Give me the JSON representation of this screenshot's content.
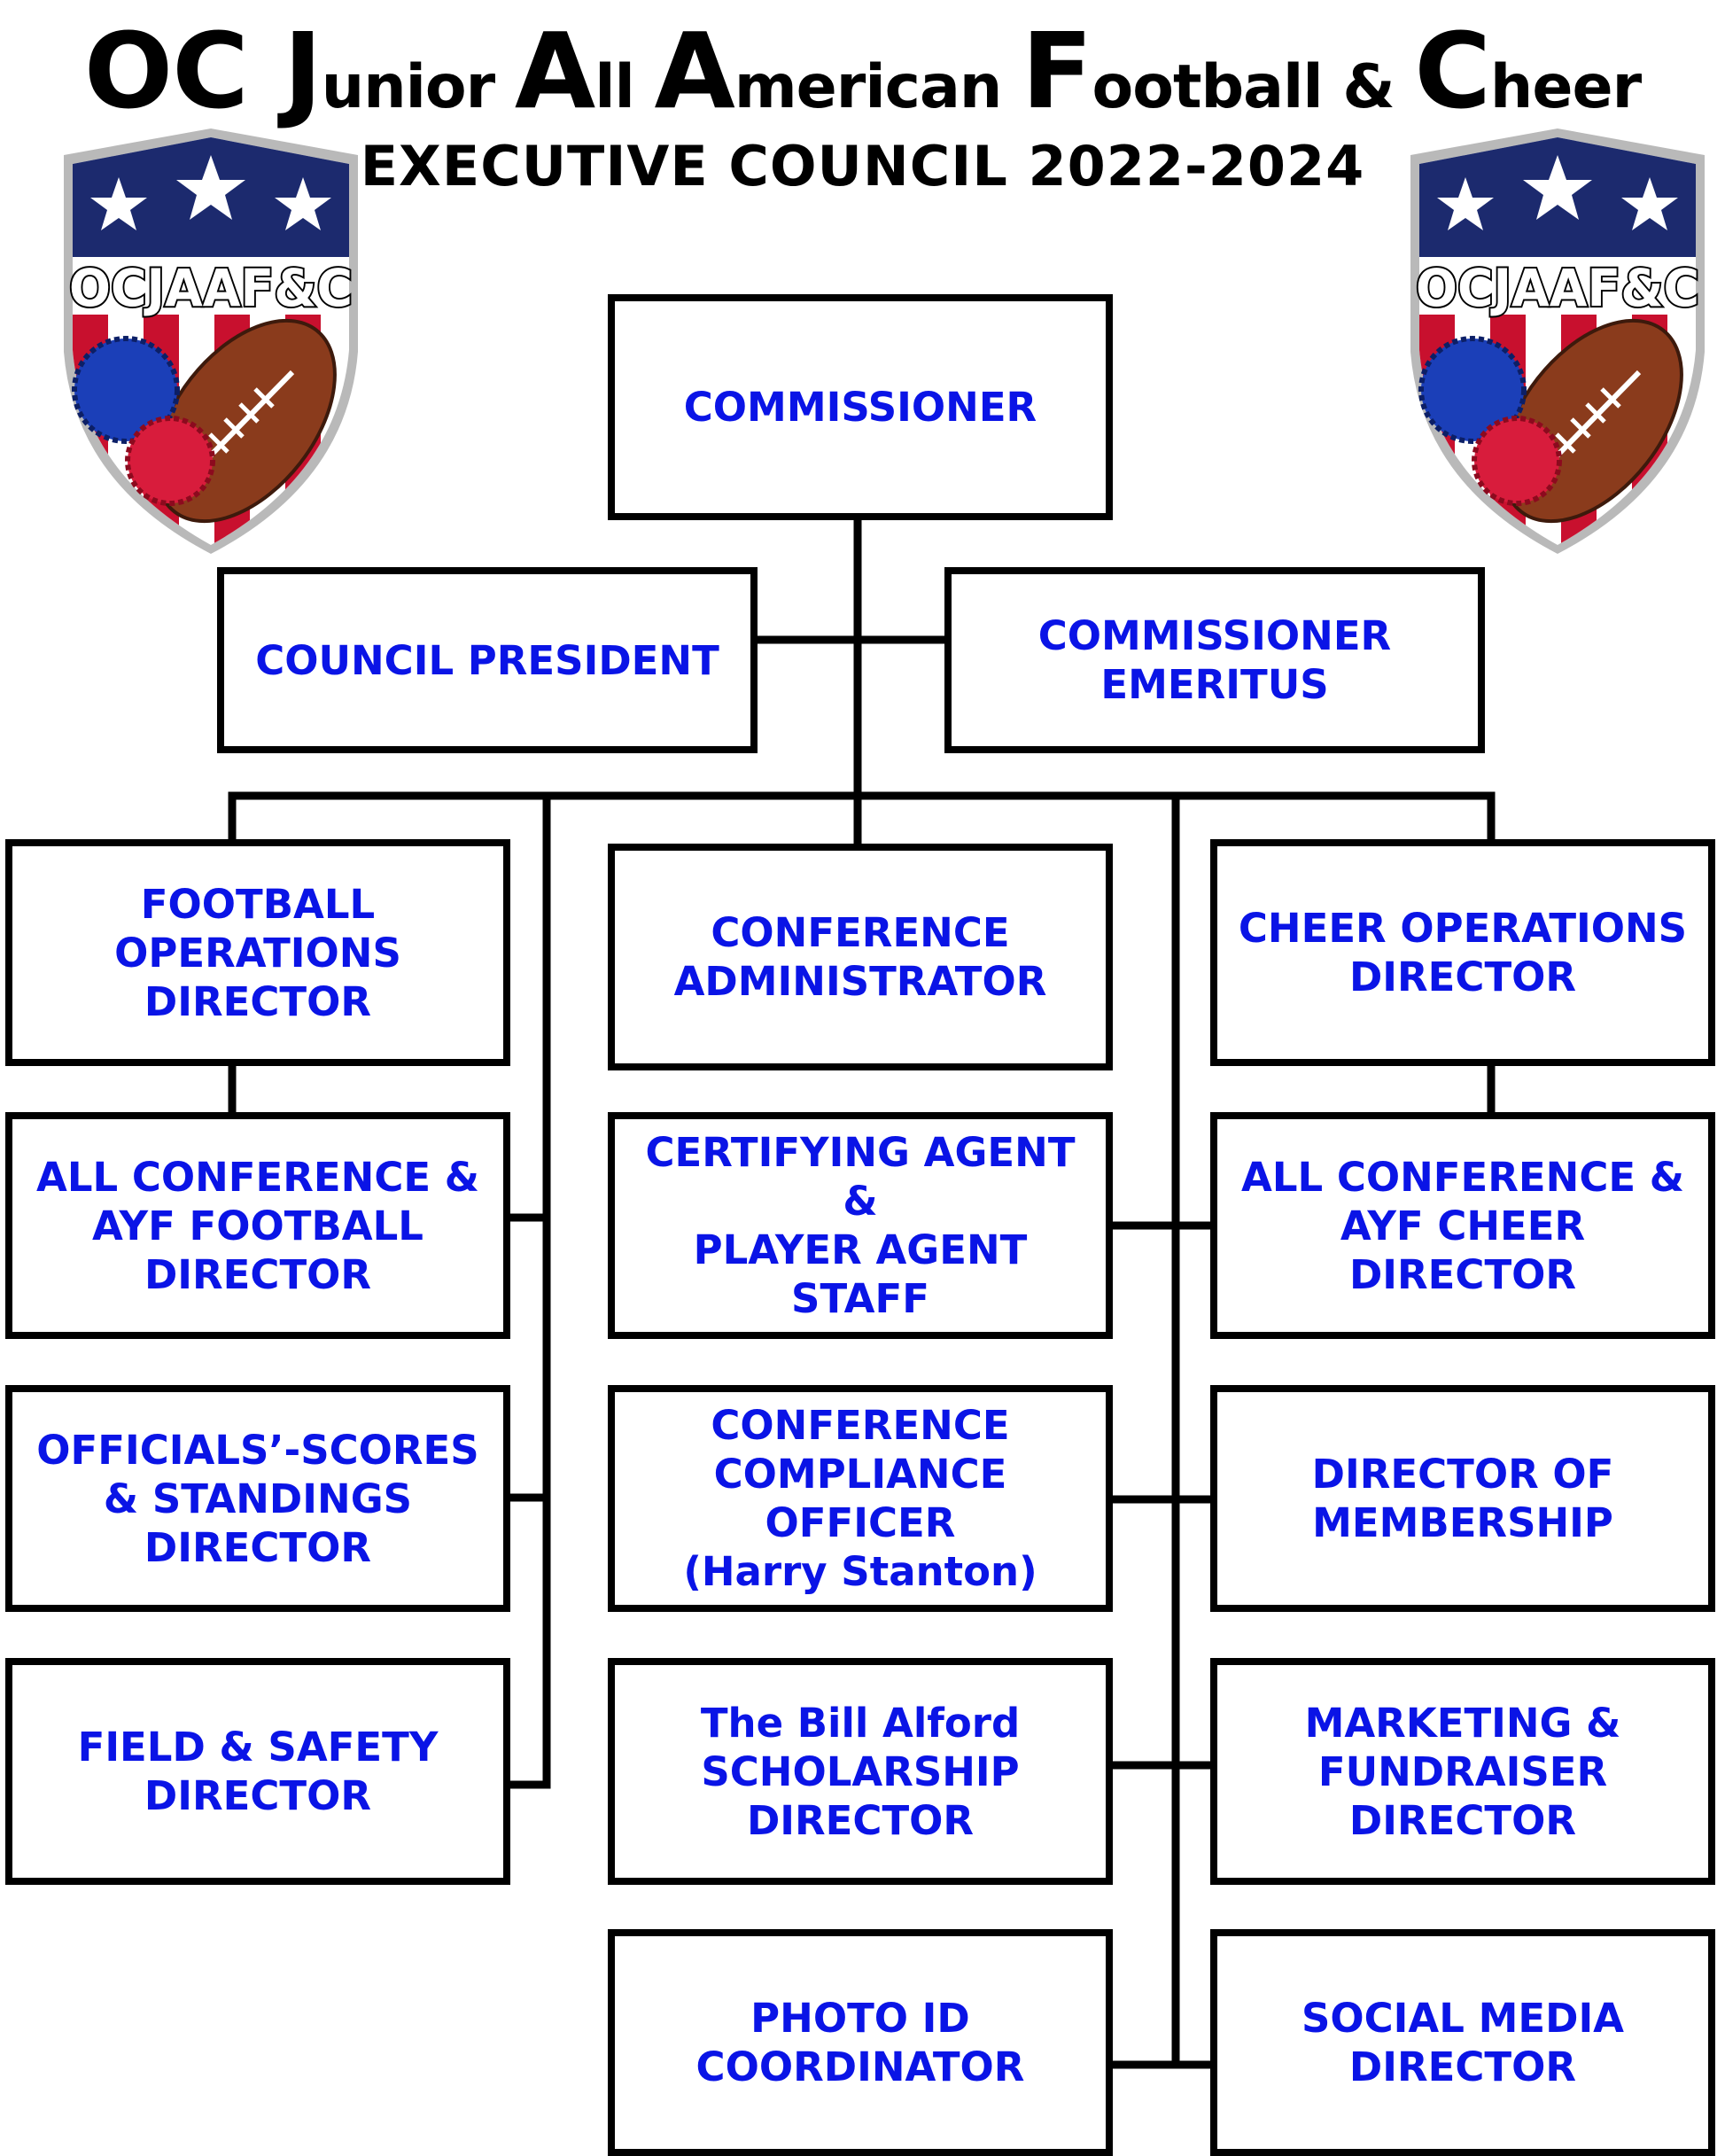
{
  "header": {
    "title_parts": [
      {
        "text": "OC ",
        "size": "cap"
      },
      {
        "text": "J",
        "size": "cap"
      },
      {
        "text": "unior ",
        "size": "low"
      },
      {
        "text": "A",
        "size": "cap"
      },
      {
        "text": "ll ",
        "size": "low"
      },
      {
        "text": "A",
        "size": "cap"
      },
      {
        "text": "merican ",
        "size": "low"
      },
      {
        "text": "F",
        "size": "cap"
      },
      {
        "text": "ootball & ",
        "size": "low"
      },
      {
        "text": "C",
        "size": "cap"
      },
      {
        "text": "heer",
        "size": "low"
      }
    ],
    "subtitle": "EXECUTIVE COUNCIL 2022-2024"
  },
  "logo": {
    "text": "OCJAAF&C",
    "colors": {
      "navy": "#1c2a6e",
      "red": "#c8102e",
      "white": "#ffffff",
      "silver": "#b9b9b9",
      "football": "#8a3b1c",
      "pom_blue": "#1b3fb8",
      "pom_red": "#d81c3c"
    }
  },
  "colors": {
    "box_text": "#0a14e6",
    "border": "#000000",
    "line": "#000000"
  },
  "org": {
    "commissioner": "COMMISSIONER",
    "council_president": "COUNCIL PRESIDENT",
    "commissioner_emeritus": "COMMISSIONER\nEMERITUS",
    "football_ops": "FOOTBALL\nOPERATIONS\nDIRECTOR",
    "conference_admin": "CONFERENCE\nADMINISTRATOR",
    "cheer_ops": "CHEER OPERATIONS\nDIRECTOR",
    "all_conf_football": "ALL CONFERENCE &\nAYF FOOTBALL\nDIRECTOR",
    "certifying_agent": "CERTIFYING AGENT &\nPLAYER AGENT STAFF",
    "all_conf_cheer": "ALL CONFERENCE &\nAYF CHEER DIRECTOR",
    "officials_scores": "OFFICIALS’-SCORES\n& STANDINGS\nDIRECTOR",
    "compliance_officer": "CONFERENCE\nCOMPLIANCE\nOFFICER\n(Harry Stanton)",
    "director_membership": "DIRECTOR OF\nMEMBERSHIP",
    "field_safety": "FIELD & SAFETY\nDIRECTOR",
    "scholarship": "The Bill Alford\nSCHOLARSHIP\nDIRECTOR",
    "marketing": "MARKETING &\nFUNDRAISER\nDIRECTOR",
    "photo_id": "PHOTO ID\nCOORDINATOR",
    "social_media": "SOCIAL MEDIA\nDIRECTOR"
  }
}
